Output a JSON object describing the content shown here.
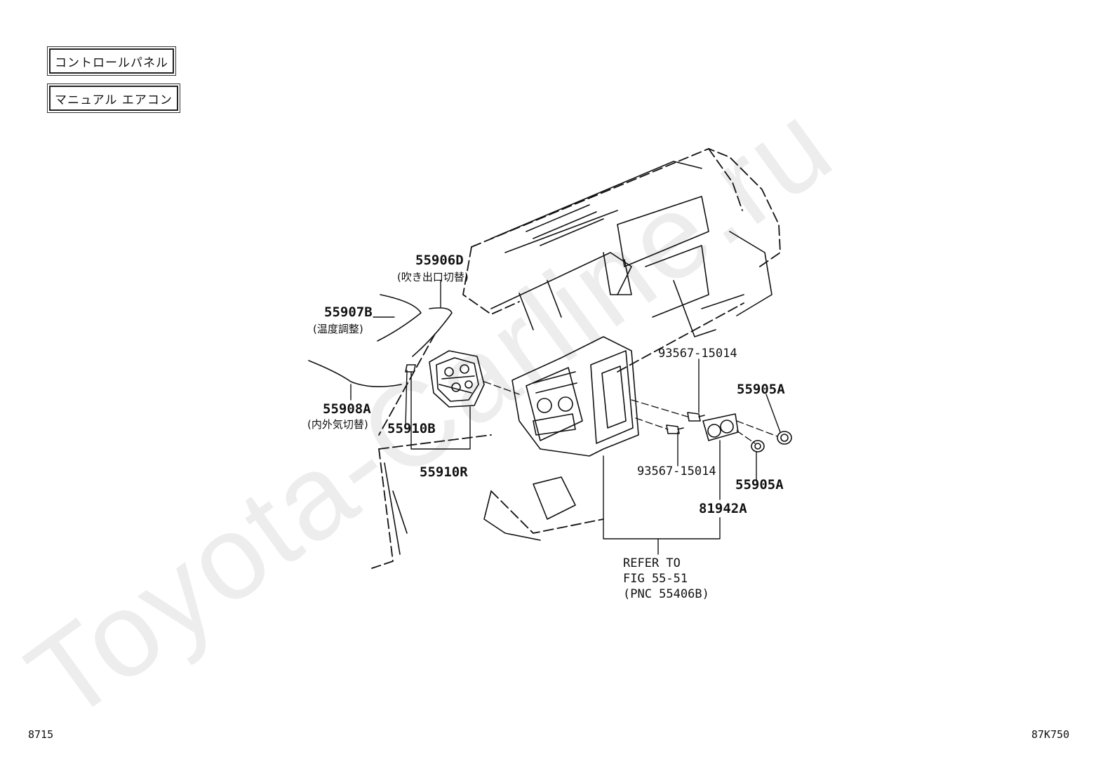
{
  "header": {
    "tag1": "コントロールパネル",
    "tag2": "マニュアル エアコン"
  },
  "watermark": "Toyota-Carline.ru",
  "parts": {
    "p55906D": {
      "number": "55906D",
      "desc": "(吹き出口切替)"
    },
    "p55907B": {
      "number": "55907B",
      "desc": "(温度調整)"
    },
    "p55908A": {
      "number": "55908A",
      "desc": "(内外気切替)"
    },
    "p55910B": {
      "number": "55910B"
    },
    "p55910R": {
      "number": "55910R"
    },
    "p93567_top": {
      "number": "93567-15014"
    },
    "p93567_bottom": {
      "number": "93567-15014"
    },
    "p55905A_top": {
      "number": "55905A"
    },
    "p55905A_bottom": {
      "number": "55905A"
    },
    "p81942A": {
      "number": "81942A"
    }
  },
  "refer_note": "REFER TO\nFIG 55-51\n(PNC 55406B)",
  "footer": {
    "left_code": "8715",
    "right_code": "87K750"
  }
}
